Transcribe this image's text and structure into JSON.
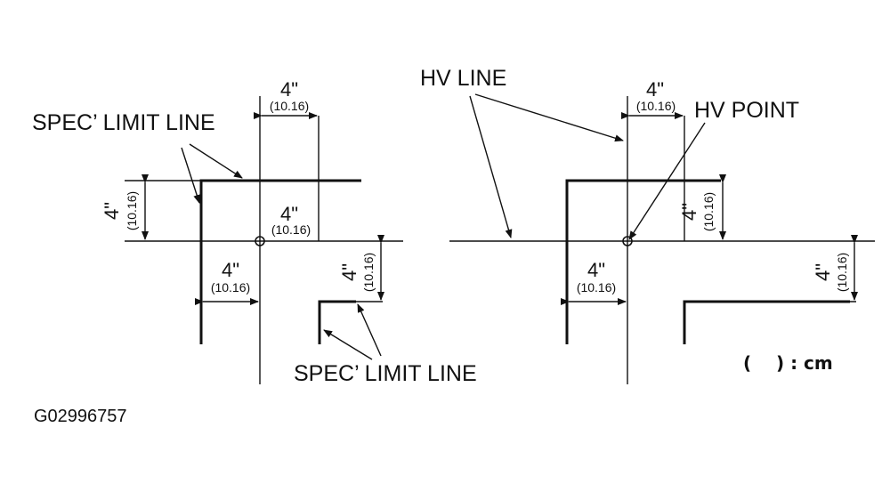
{
  "left": {
    "spec_limit_label_top": "SPEC’ LIMIT LINE",
    "spec_limit_label_bottom": "SPEC’ LIMIT LINE",
    "dim_top_in": "4\"",
    "dim_top_cm": "(10.16)",
    "dim_left_vert_in": "4\"",
    "dim_left_vert_cm": "(10.16)",
    "dim_center_in": "4\"",
    "dim_center_cm": "(10.16)",
    "dim_bottom_in": "4\"",
    "dim_bottom_cm": "(10.16)",
    "dim_right_vert_in": "4\"",
    "dim_right_vert_cm": "(10.16)"
  },
  "right": {
    "hv_line_label": "HV LINE",
    "hv_point_label": "HV POINT",
    "dim_top_in": "4\"",
    "dim_top_cm": "(10.16)",
    "dim_vert_in": "4\"",
    "dim_vert_cm": "(10.16)",
    "dim_bottom_in": "4\"",
    "dim_bottom_cm": "(10.16)",
    "dim_far_vert_in": "4\"",
    "dim_far_vert_cm": "(10.16)"
  },
  "unit_note": "(    ) : cm",
  "figure_code": "G02996757"
}
